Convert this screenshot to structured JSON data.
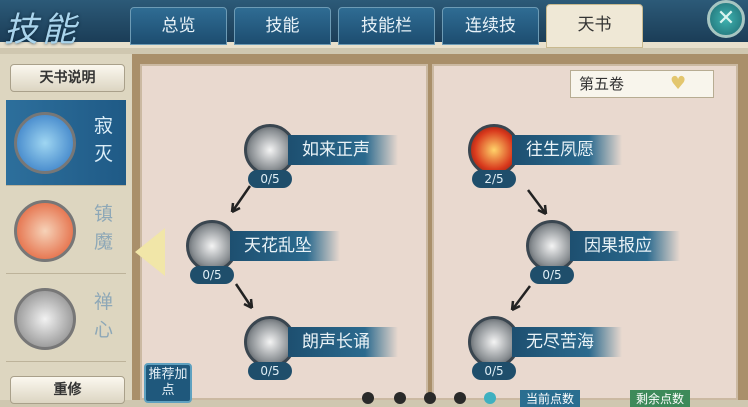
{
  "header": {
    "title": "技能",
    "tabs": [
      "总览",
      "技能",
      "技能栏",
      "连续技",
      "天书"
    ],
    "active_tab": "天书",
    "close_icon": "close-icon"
  },
  "sidebar": {
    "info_button": "天书说明",
    "categories": [
      {
        "label": "寂灭",
        "color": "#2a72c0",
        "selected": true
      },
      {
        "label": "镇魔",
        "color": "#e0542a",
        "selected": false
      },
      {
        "label": "禅心",
        "color": "#9a9a9a",
        "selected": false
      }
    ],
    "retrain_button": "重修"
  },
  "book": {
    "volume": "第五卷",
    "recommend_button": "推荐加点",
    "left_skills": [
      {
        "name": "如来正声",
        "count": "0/5"
      },
      {
        "name": "天花乱坠",
        "count": "0/5"
      },
      {
        "name": "朗声长诵",
        "count": "0/5"
      }
    ],
    "right_skills": [
      {
        "name": "往生夙愿",
        "count": "2/5"
      },
      {
        "name": "因果报应",
        "count": "0/5"
      },
      {
        "name": "无尽苦海",
        "count": "0/5"
      }
    ],
    "points": {
      "current": "当前点数",
      "remaining": "剩余点数"
    }
  }
}
